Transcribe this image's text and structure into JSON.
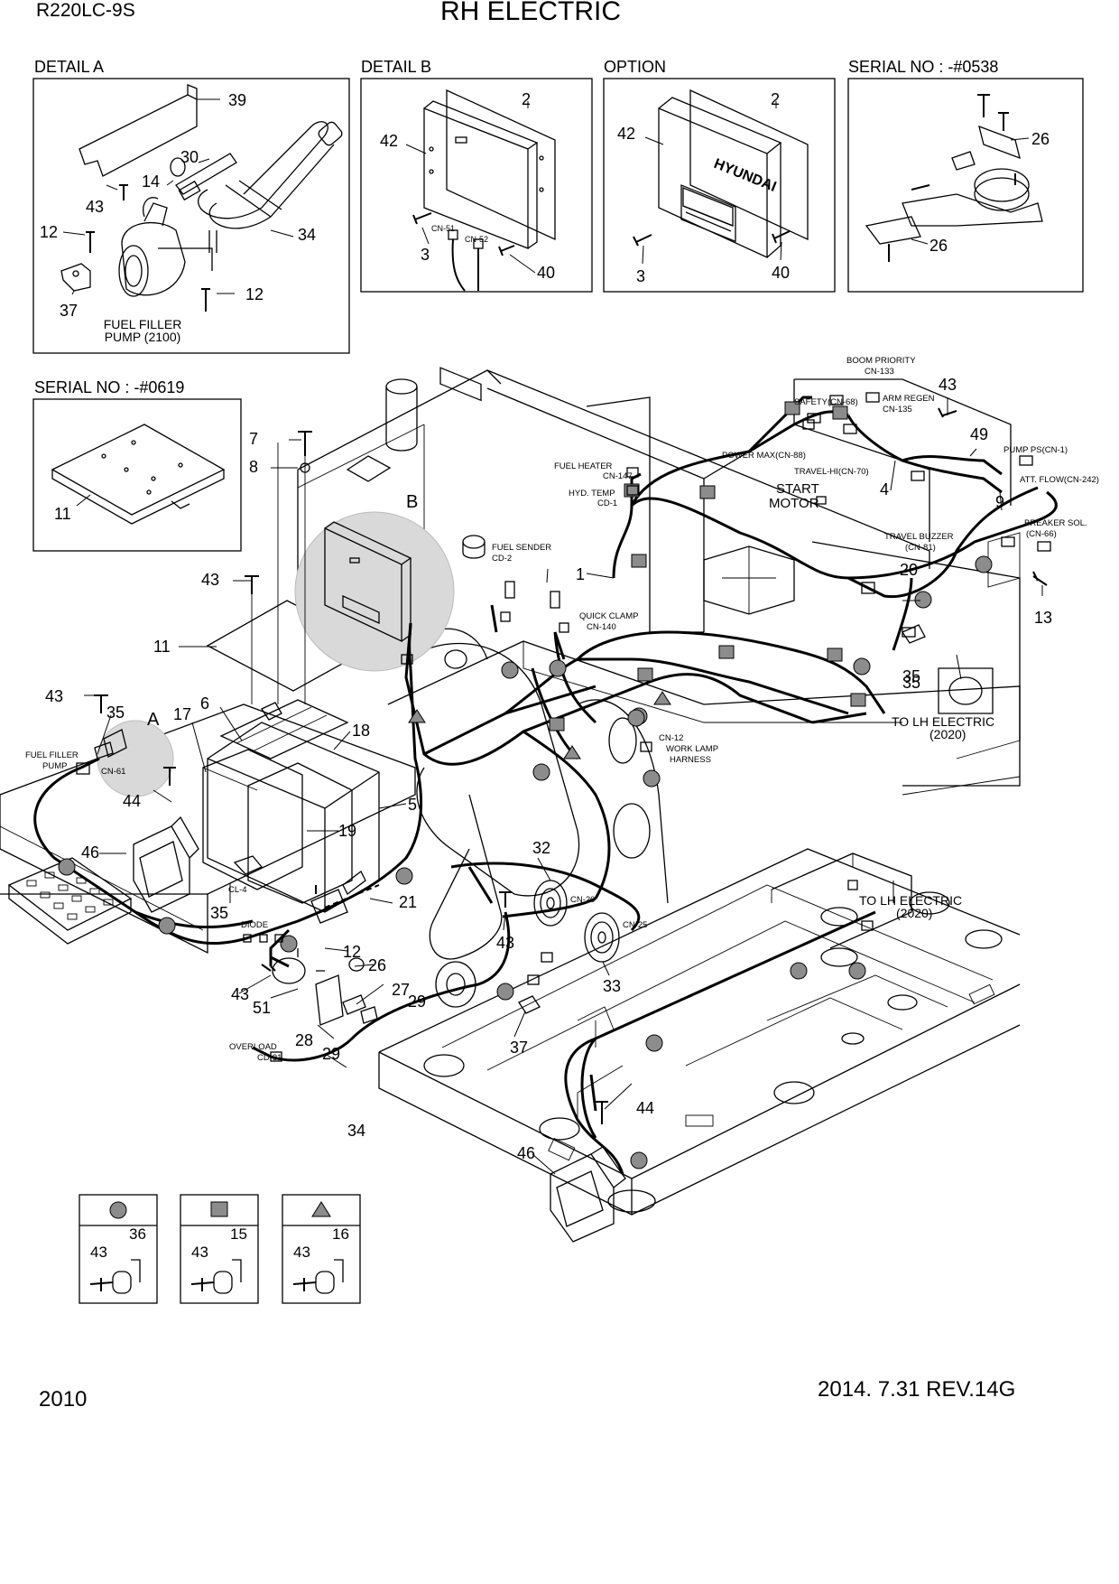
{
  "header": {
    "model": "R220LC-9S",
    "title": "RH ELECTRIC"
  },
  "footer": {
    "page_number": "2010",
    "revision": "2014. 7.31  REV.14G"
  },
  "insets": {
    "detail_a": {
      "title": "DETAIL  A",
      "caption_line1": "FUEL FILLER",
      "caption_line2": "PUMP (2100)"
    },
    "detail_b": {
      "title": "DETAIL B",
      "cn51": "CN-51",
      "cn52": "CN-52"
    },
    "option": {
      "title": "OPTION",
      "brand": "HYUNDAI"
    },
    "serial_0538": {
      "title": "SERIAL NO : -#0538"
    },
    "serial_0619": {
      "title": "SERIAL NO : -#0619"
    }
  },
  "main": {
    "detail_b_marker": "B",
    "detail_a_marker": "A",
    "start_motor_line1": "START",
    "start_motor_line2": "MOTOR",
    "to_lh_1_line1": "TO LH ELECTRIC",
    "to_lh_1_line2": "(2020)",
    "to_lh_2_line1": "TO LH ELECTRIC",
    "to_lh_2_line2": "(2020)"
  },
  "connector_labels": [
    {
      "name": "boom-priority-label",
      "line1": "BOOM PRIORITY",
      "line2": "CN-133"
    },
    {
      "name": "arm-regen-label",
      "line1": "ARM REGEN",
      "line2": "CN-135"
    },
    {
      "name": "safety-label",
      "line1": "SAFETY(CN-68)",
      "line2": ""
    },
    {
      "name": "pump-ps-label",
      "line1": "PUMP PS(CN-1)",
      "line2": ""
    },
    {
      "name": "power-max-label",
      "line1": "POWER MAX(CN-88)",
      "line2": ""
    },
    {
      "name": "att-flow-label",
      "line1": "ATT. FLOW(CN-242)",
      "line2": ""
    },
    {
      "name": "travel-hi-label",
      "line1": "TRAVEL-HI(CN-70)",
      "line2": ""
    },
    {
      "name": "fuel-heater-label",
      "line1": "FUEL HEATER",
      "line2": "CN-147"
    },
    {
      "name": "hyd-temp-label",
      "line1": "HYD. TEMP",
      "line2": "CD-1"
    },
    {
      "name": "breaker-sol-label",
      "line1": "BREAKER SOL.",
      "line2": "(CN-66)"
    },
    {
      "name": "fuel-sender-label",
      "line1": "FUEL SENDER",
      "line2": "CD-2"
    },
    {
      "name": "travel-buzzer-label",
      "line1": "TRAVEL BUZZER",
      "line2": "(CN-81)"
    },
    {
      "name": "quick-clamp-label",
      "line1": "QUICK CLAMP",
      "line2": "CN-140"
    },
    {
      "name": "fuel-filler-pump-label",
      "line1": "FUEL FILLER",
      "line2": "PUMP"
    },
    {
      "name": "cn61-label",
      "line1": "CN-61",
      "line2": ""
    },
    {
      "name": "cn12-label",
      "line1": "CN-12",
      "line2": ""
    },
    {
      "name": "work-lamp-harness-label",
      "line1": "WORK LAMP",
      "line2": "HARNESS"
    },
    {
      "name": "cl4-label",
      "line1": "CL-4",
      "line2": ""
    },
    {
      "name": "diode-label",
      "line1": "DIODE",
      "line2": ""
    },
    {
      "name": "cn20-label",
      "line1": "CN-20",
      "line2": ""
    },
    {
      "name": "cn25-label",
      "line1": "CN-25",
      "line2": ""
    },
    {
      "name": "overload-label",
      "line1": "OVERLOAD",
      "line2": "CD-31"
    }
  ],
  "part_numbers": {
    "a39": "39",
    "a30": "30",
    "a14": "14",
    "a43": "43",
    "a12a": "12",
    "a34": "34",
    "a12b": "12",
    "a37": "37",
    "b2": "2",
    "b42": "42",
    "b3": "3",
    "b40": "40",
    "o2": "2",
    "o42": "42",
    "o3": "3",
    "o40": "40",
    "s26a": "26",
    "s26b": "26",
    "s11": "11",
    "m7": "7",
    "m8": "8",
    "m43a": "43",
    "m11": "11",
    "m43b": "43",
    "m35a": "35",
    "m17": "17",
    "m6": "6",
    "m18": "18",
    "m5": "5",
    "m44a": "44",
    "m46a": "46",
    "m19": "19",
    "m35b": "35",
    "m21": "21",
    "m12": "12",
    "m26": "26",
    "m43c": "43",
    "m51": "51",
    "m27": "27",
    "m29a": "29",
    "m28": "28",
    "m29b": "29",
    "m34": "34",
    "m37": "37",
    "m32": "32",
    "m43d": "43",
    "m33": "33",
    "m35c": "35",
    "m1": "1",
    "m43e": "43",
    "m49": "49",
    "m4": "4",
    "m9": "9",
    "m20": "20",
    "m13": "13",
    "m35d": "35",
    "m44b": "44",
    "m46b": "46"
  },
  "legend": [
    {
      "symbol": "circle",
      "clip_part": "36",
      "bolt_part": "43"
    },
    {
      "symbol": "square",
      "clip_part": "15",
      "bolt_part": "43"
    },
    {
      "symbol": "triangle",
      "clip_part": "16",
      "bolt_part": "43"
    }
  ],
  "colors": {
    "line": "#000000",
    "marker": "#8c8c8c",
    "inset_shade": "#d9d9d9",
    "background": "#ffffff"
  }
}
